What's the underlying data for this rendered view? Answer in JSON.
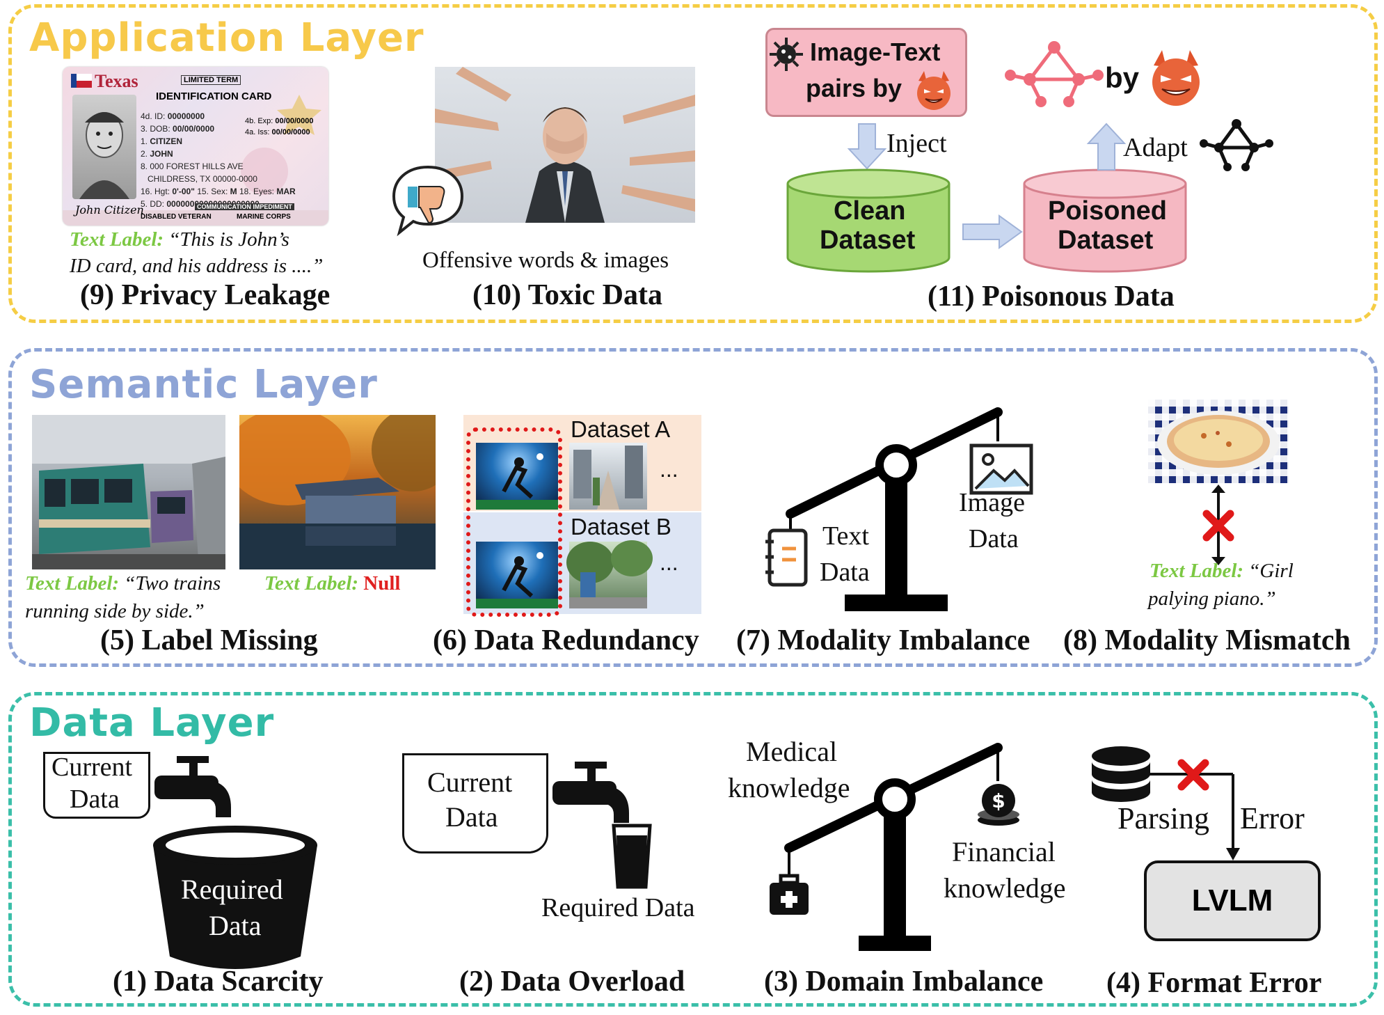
{
  "colors": {
    "application_border": "#f5cd45",
    "semantic_border": "#8ea4d6",
    "data_border": "#3bbfa9",
    "application_title": "#f7c94a",
    "semantic_title": "#8ea4d6",
    "data_title": "#33bba6",
    "label_green": "#7cc843",
    "null_red": "#e02020",
    "clean_green": "#a6d873",
    "poisoned_pink": "#f5b8c2",
    "pink_box": "#f7b9c4",
    "arrow_blue": "#c9d7f0"
  },
  "application_layer": {
    "title": "Application Layer",
    "privacy": {
      "id_card": {
        "state": "Texas",
        "limited": "LIMITED TERM",
        "type": "IDENTIFICATION CARD",
        "number": "00000000",
        "dob": "00/00/0000",
        "exp": "00/00/0000",
        "iss": "00/00/0000",
        "last_name": "CITIZEN",
        "first_name": "JOHN",
        "address_1": "000 FOREST HILLS AVE",
        "address_2": "CHILDRESS, TX 00000-0000",
        "hgt": "0'-00\"",
        "sex": "M",
        "eyes": "MAR",
        "dd": "00000000000000000000",
        "comm": "COMMUNICATION IMPEDIMENT",
        "veteran": "DISABLED VETERAN",
        "marine": "MARINE CORPS",
        "signature": "John Citizen"
      },
      "label_prefix": "Text Label:",
      "label_text_1": "“This is John’s",
      "label_text_2": "ID card, and his address is ....”",
      "caption": "(9) Privacy Leakage"
    },
    "toxic": {
      "description": "Offensive words & images",
      "caption": "(10) Toxic Data",
      "icon": "thumbs-down-speech-bubble"
    },
    "poison": {
      "pairs_line1": "Image-Text",
      "pairs_line2": "pairs by",
      "inject": "Inject",
      "adapt": "Adapt",
      "by": "by",
      "clean_line1": "Clean",
      "clean_line2": "Dataset",
      "poisoned_line1": "Poisoned",
      "poisoned_line2": "Dataset",
      "caption": "(11) Poisonous Data"
    }
  },
  "semantic_layer": {
    "title": "Semantic Layer",
    "label_missing": {
      "label_prefix_1": "Text Label:",
      "label_text_1": "“Two trains",
      "label_text_1b": "running side by side.”",
      "label_prefix_2": "Text Label:",
      "label_text_2": "Null",
      "caption": "(5) Label Missing"
    },
    "redundancy": {
      "dataset_a": "Dataset A",
      "dataset_b": "Dataset B",
      "ellipsis_a": "...",
      "ellipsis_b": "...",
      "caption": "(6) Data Redundancy"
    },
    "modality_imbalance": {
      "text_line1": "Text",
      "text_line2": "Data",
      "image_line1": "Image",
      "image_line2": "Data",
      "caption": "(7) Modality Imbalance"
    },
    "modality_mismatch": {
      "label_prefix": "Text Label:",
      "label_text_1": "“Girl",
      "label_text_2": "palying piano.”",
      "caption": "(8) Modality Mismatch"
    }
  },
  "data_layer": {
    "title": "Data Layer",
    "scarcity": {
      "current_line1": "Current",
      "current_line2": "Data",
      "required_line1": "Required",
      "required_line2": "Data",
      "caption": "(1) Data  Scarcity"
    },
    "overload": {
      "current_line1": "Current",
      "current_line2": "Data",
      "required": "Required Data",
      "caption": "(2) Data  Overload"
    },
    "domain_imbalance": {
      "medical_line1": "Medical",
      "medical_line2": "knowledge",
      "financial_line1": "Financial",
      "financial_line2": "knowledge",
      "caption": "(3) Domain Imbalance"
    },
    "format_error": {
      "parsing": "Parsing",
      "error": "Error",
      "model": "LVLM",
      "caption": "(4) Format Error"
    }
  }
}
